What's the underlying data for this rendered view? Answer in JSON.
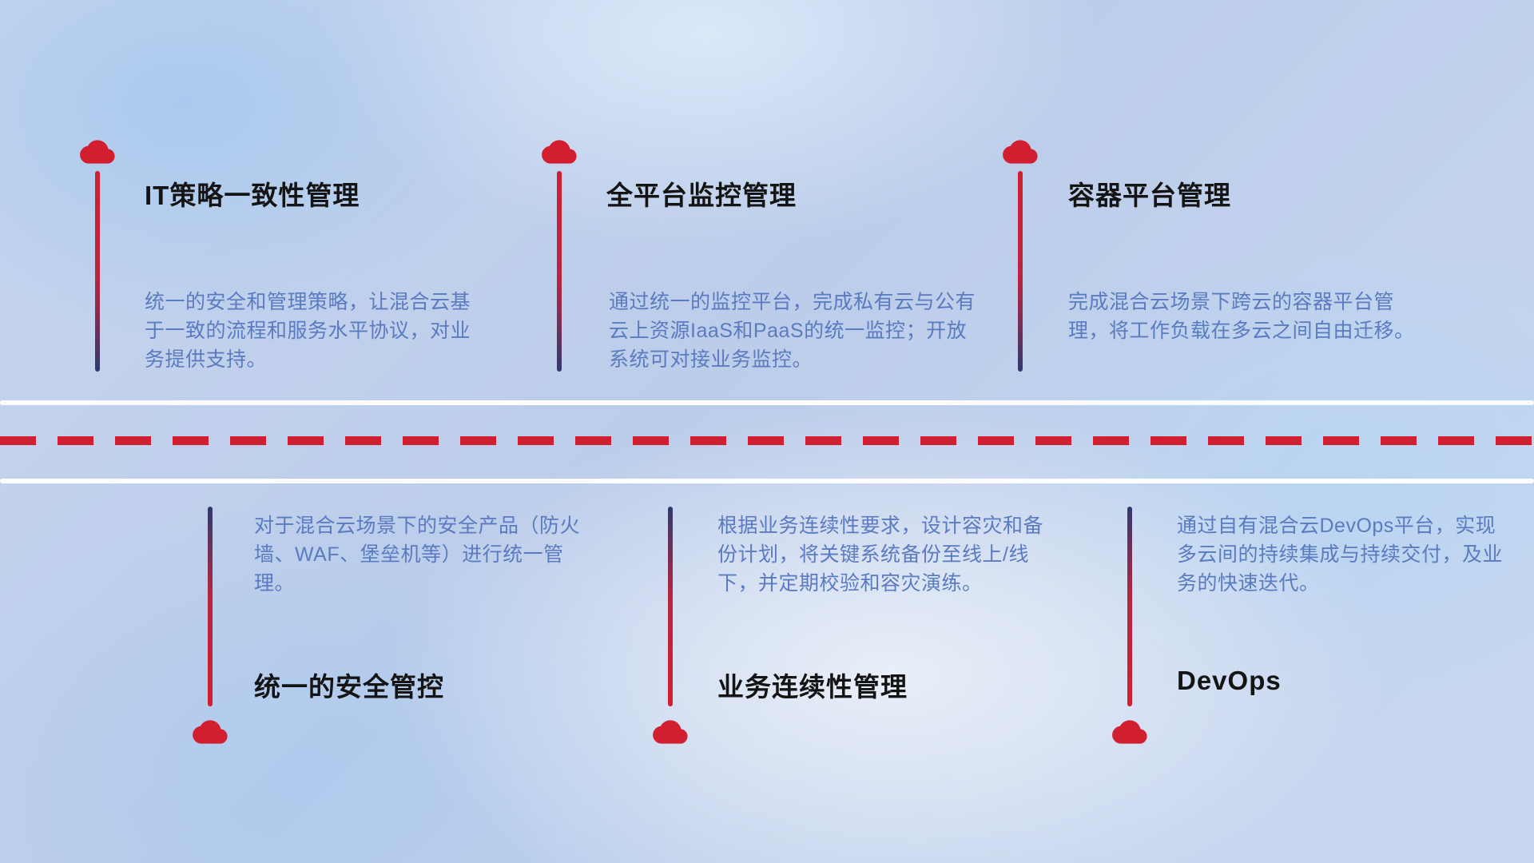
{
  "colors": {
    "cloud_red": "#d21f2f",
    "dash_red": "#cf1f30",
    "line_navy": "#2e3a6e",
    "desc_blue": "#5b7bc0",
    "title_black": "#141414"
  },
  "top_items": [
    {
      "title": "IT策略一致性管理",
      "description": "统一的安全和管理策略，让混合云基于一致的流程和服务水平协议，对业务提供支持。"
    },
    {
      "title": "全平台监控管理",
      "description": "通过统一的监控平台，完成私有云与公有云上资源IaaS和PaaS的统一监控；开放系统可对接业务监控。"
    },
    {
      "title": "容器平台管理",
      "description": "完成混合云场景下跨云的容器平台管理，将工作负载在多云之间自由迁移。"
    }
  ],
  "bottom_items": [
    {
      "title": "统一的安全管控",
      "description": "对于混合云场景下的安全产品（防火墙、WAF、堡垒机等）进行统一管理。"
    },
    {
      "title": "业务连续性管理",
      "description": "根据业务连续性要求，设计容灾和备份计划，将关键系统备份至线上/线下，并定期校验和容灾演练。"
    },
    {
      "title": "DevOps",
      "description": "通过自有混合云DevOps平台，实现多云间的持续集成与持续交付，及业务的快速迭代。"
    }
  ]
}
